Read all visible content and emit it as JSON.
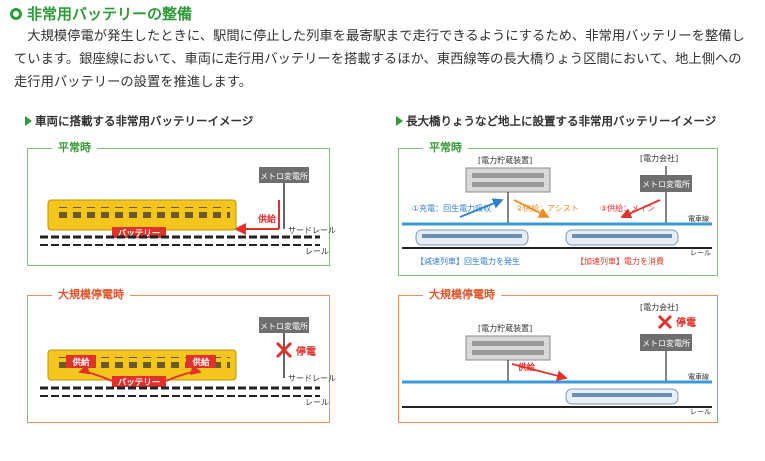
{
  "heading": {
    "title": "非常用バッテリーの整備"
  },
  "intro": "大規模停電が発生したときに、駅間に停止した列車を最寄駅まで走行できるようにするため、非常用バッテリーを整備しています。銀座線において、車両に走行用バッテリーを搭載するほか、東西線等の長大橋りょう区間において、地上側への走行用バッテリーの設置を推進します。",
  "left": {
    "subtitle": "車両に搭載する非常用バッテリーイメージ",
    "normal": {
      "title": "平常時",
      "substation": "メトロ変電所",
      "supply": "供給",
      "battery": "バッテリー",
      "third_rail": "サードレール",
      "rail": "レール"
    },
    "outage": {
      "title": "大規模停電時",
      "substation": "メトロ変電所",
      "outage_label": "停電",
      "supply_a": "供給",
      "supply_b": "供給",
      "battery": "バッテリー",
      "third_rail": "サードレール",
      "rail": "レール"
    }
  },
  "right": {
    "subtitle": "長大橋りょうなど地上に設置する非常用バッテリーイメージ",
    "normal": {
      "title": "平常時",
      "storage": "[電力貯蔵装置]",
      "power_company": "[電力会社]",
      "substation": "メトロ変電所",
      "step1": "①充電：回生電力吸収",
      "step2": "②供給：アシスト",
      "step3": "③供給：メイン",
      "catenary": "電車線",
      "rail": "レール",
      "brake_train": "【減速列車】回生電力を発生",
      "accel_train": "【加速列車】電力を消費"
    },
    "outage": {
      "title": "大規模停電時",
      "storage": "[電力貯蔵装置]",
      "power_company": "[電力会社]",
      "outage_label": "停電",
      "substation": "メトロ変電所",
      "supply": "供給",
      "catenary": "電車線",
      "rail": "レール"
    }
  },
  "colors": {
    "accent_green": "#2e9a3a",
    "box_green": "#7cc576",
    "box_orange": "#f08a5d",
    "red": "#e0322b",
    "blue": "#2f7fd0",
    "orange": "#f08a1e",
    "train_yellow": "#f4c51c"
  }
}
